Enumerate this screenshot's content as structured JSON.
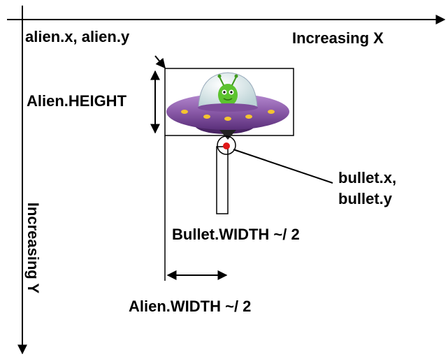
{
  "labels": {
    "alien_origin": "alien.x, alien.y",
    "increasing_x": "Increasing X",
    "alien_height": "Alien.HEIGHT",
    "bullet_origin_line1": "bullet.x,",
    "bullet_origin_line2": "bullet.y",
    "bullet_half_width": "Bullet.WIDTH ~/ 2",
    "increasing_y": "Increasing Y",
    "alien_half_width": "Alien.WIDTH ~/ 2"
  },
  "colors": {
    "ink": "#000000",
    "ufo_body": "#8a5aa8",
    "ufo_dark": "#5a2f7a",
    "dome": "#d8e9ea",
    "alien": "#5cc32f",
    "lights": "#f4c430",
    "bullet_tip": "#e01818"
  },
  "icons": {
    "ufo": "ufo-alien-sprite"
  }
}
